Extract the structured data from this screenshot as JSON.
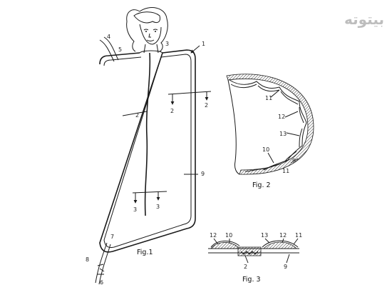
{
  "watermark": {
    "text": "بیتوته"
  },
  "fig1": {
    "caption": "Fig.1",
    "refs": [
      "1",
      "2",
      "3",
      "4",
      "5",
      "7",
      "8",
      "6",
      "9"
    ],
    "section_markers": [
      "2",
      "2",
      "3",
      "3"
    ]
  },
  "fig2": {
    "caption": "Fig. 2",
    "refs": [
      "11",
      "12",
      "13",
      "10",
      "9",
      "11"
    ]
  },
  "fig3": {
    "caption": "Fig. 3",
    "refs": [
      "12",
      "10",
      "13",
      "12",
      "11",
      "2",
      "9"
    ]
  }
}
